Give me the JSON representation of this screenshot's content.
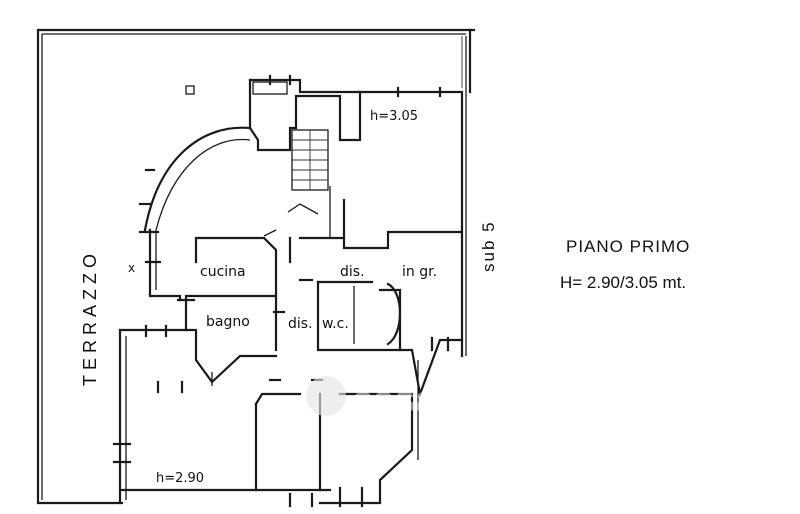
{
  "plan": {
    "title_line1": "PIANO PRIMO",
    "title_line2": "H= 2.90/3.05 mt.",
    "terrace_label": "TERRAZZO",
    "sub_label": "sub 5",
    "height_upper": "h=3.05",
    "height_lower": "h=2.90",
    "rooms": {
      "cucina": "cucina",
      "bagno": "bagno",
      "dis1": "dis.",
      "dis2": "dis.",
      "wc": "w.c.",
      "ingr": "in gr."
    },
    "mark_x": "x",
    "watermark": "casa.it"
  },
  "colors": {
    "line": "#1a1a1a",
    "paper": "#ffffff",
    "watermark": "#d9d9d9"
  }
}
